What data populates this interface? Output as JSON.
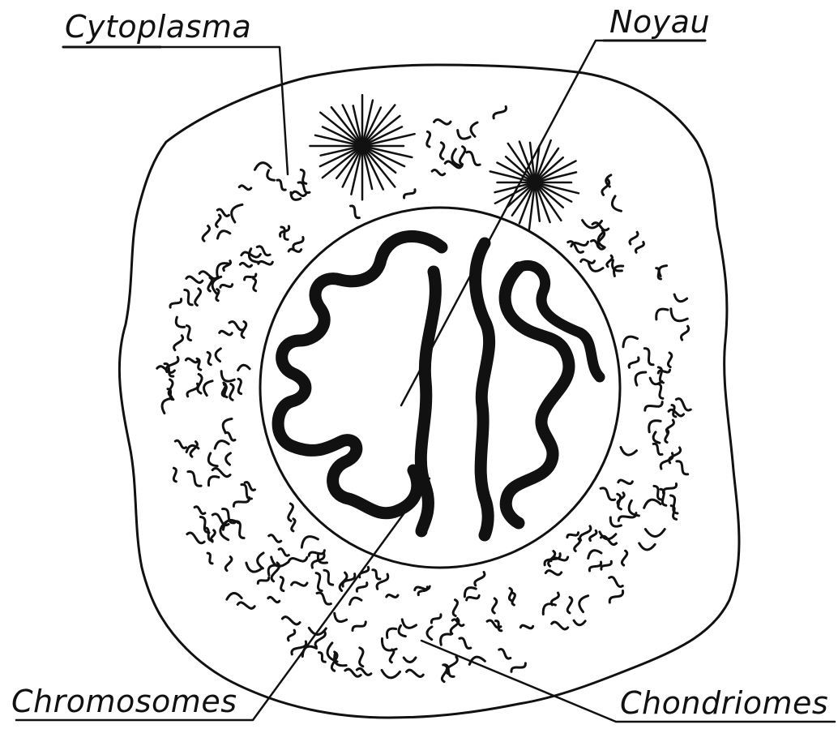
{
  "labels": {
    "cytoplasma": "Cytoplasma",
    "noyau": "Noyau",
    "chromosomes": "Chromosomes",
    "chondriomes": "Chondriomes"
  },
  "colors": {
    "ink": "#111111",
    "paper": "#ffffff"
  }
}
